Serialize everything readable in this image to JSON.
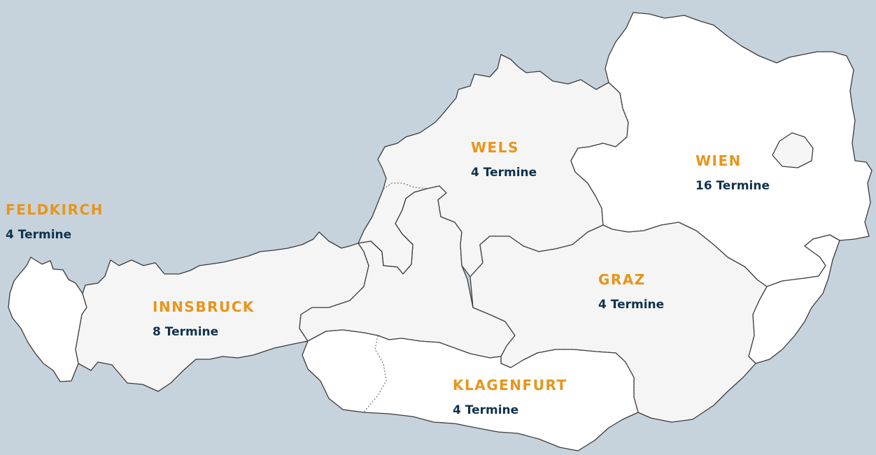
{
  "colors": {
    "background": "#c6d3dd",
    "region_light": "#ffffff",
    "region_shaded": "#f5f5f5",
    "city_name": "#e8951b",
    "count_text": "#10324c"
  },
  "cities": [
    {
      "id": "feldkirch",
      "name": "FELDKIRCH",
      "count": "4 Termine"
    },
    {
      "id": "innsbruck",
      "name": "INNSBRUCK",
      "count": "8 Termine"
    },
    {
      "id": "wels",
      "name": "WELS",
      "count": "4 Termine"
    },
    {
      "id": "wien",
      "name": "WIEN",
      "count": "16 Termine"
    },
    {
      "id": "graz",
      "name": "GRAZ",
      "count": "4 Termine"
    },
    {
      "id": "klagenfurt",
      "name": "KLAGENFURT",
      "count": "4 Termine"
    }
  ]
}
